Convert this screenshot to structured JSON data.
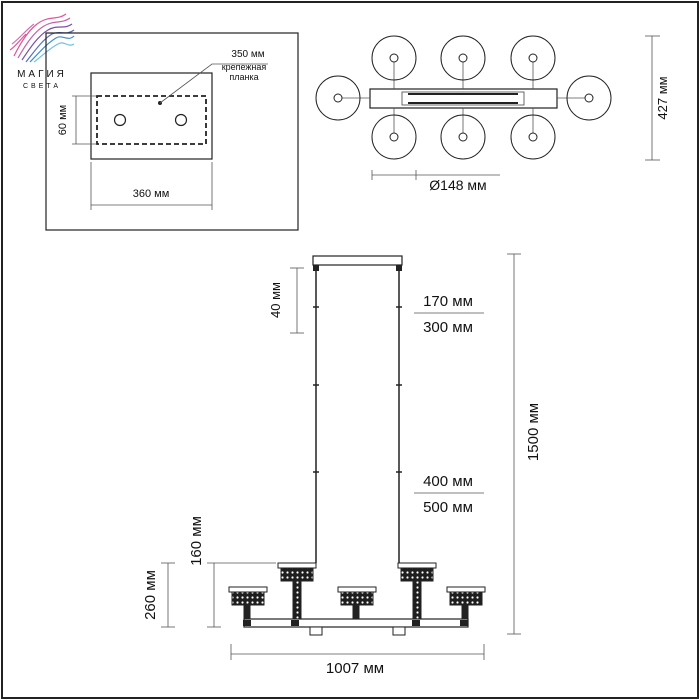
{
  "logo": {
    "line1": "МАГИЯ",
    "line2": "СВЕТА",
    "colors": {
      "pink": "#e0559a",
      "purple": "#7b4fa8",
      "blue": "#3a8fd0",
      "teal": "#6fc1e0"
    }
  },
  "mount": {
    "plate_width": "350 мм",
    "plate_label_line1": "крепежная",
    "plate_label_line2": "планка",
    "height": "60 мм",
    "width": "360 мм"
  },
  "top_view": {
    "depth": "427 мм",
    "shade_diameter": "Ø148 мм"
  },
  "side_view": {
    "canopy_height": "40 мм",
    "rod_short_a": "170 мм",
    "rod_short_b": "300 мм",
    "rod_long_a": "400 мм",
    "rod_long_b": "500 мм",
    "total_height": "1500 мм",
    "upper_arm_height": "160 мм",
    "lower_arm_height": "260 мм",
    "total_width": "1007 мм"
  }
}
